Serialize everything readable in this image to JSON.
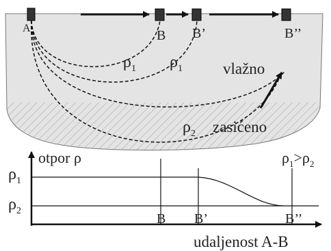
{
  "electrodes": {
    "a": "A",
    "b": "B",
    "b1": "B’",
    "b2": "B’’"
  },
  "resistivity": {
    "rho1": "ρ",
    "rho1_sub": "1",
    "rho2": "ρ",
    "rho2_sub": "2"
  },
  "layers": {
    "moist": "vlažno",
    "saturated": "zasićeno"
  },
  "graph": {
    "y_axis_label": "otpor ρ",
    "x_axis_label": "udaljenost A-B",
    "relation_rho": "ρ",
    "relation_sub1": "1",
    "relation_gt": ">",
    "relation_sub2": "2",
    "tick_b": "B",
    "tick_b1": "B’",
    "tick_b2": "B’’"
  },
  "colors": {
    "ground_fill": "#e4e4e4",
    "line": "#111111",
    "hatch": "#9a9a9a"
  }
}
